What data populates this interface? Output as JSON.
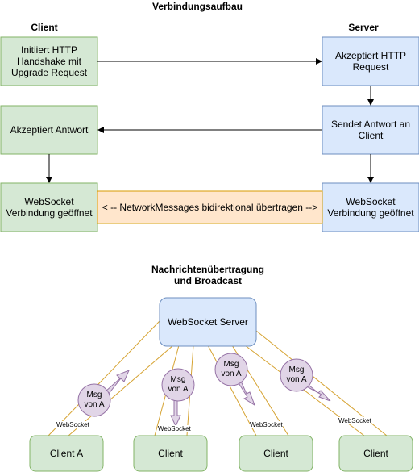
{
  "headings": {
    "title": "Verbindungsaufbau",
    "client": "Client",
    "server": "Server",
    "broadcast_line1": "Nachrichtenübertragung",
    "broadcast_line2": "und Broadcast"
  },
  "handshake": {
    "client_request": "Initiiert HTTP Handshake mit Upgrade Request",
    "server_accept": "Akzeptiert HTTP Request",
    "server_send": "Sendet Antwort an Client",
    "client_accept": "Akzeptiert Antwort",
    "client_open": "WebSocket Verbindung geöffnet",
    "server_open": "WebSocket Verbindung geöffnet",
    "bidirectional": "< -- NetworkMessages bidirektional übertragen -->"
  },
  "broadcast": {
    "server": "WebSocket Server",
    "clients": [
      "Client A",
      "Client",
      "Client",
      "Client"
    ],
    "message": [
      "Msg",
      "von A"
    ],
    "connection_label": "WebSocket"
  },
  "colors": {
    "green_fill": "#d5e8d4",
    "green_stroke": "#82b366",
    "blue_fill": "#dae8fc",
    "blue_stroke": "#6c8ebf",
    "orange_fill": "#ffe6cc",
    "orange_stroke": "#d79b00",
    "purple_fill": "#e1d5e7",
    "purple_stroke": "#9673a6"
  }
}
